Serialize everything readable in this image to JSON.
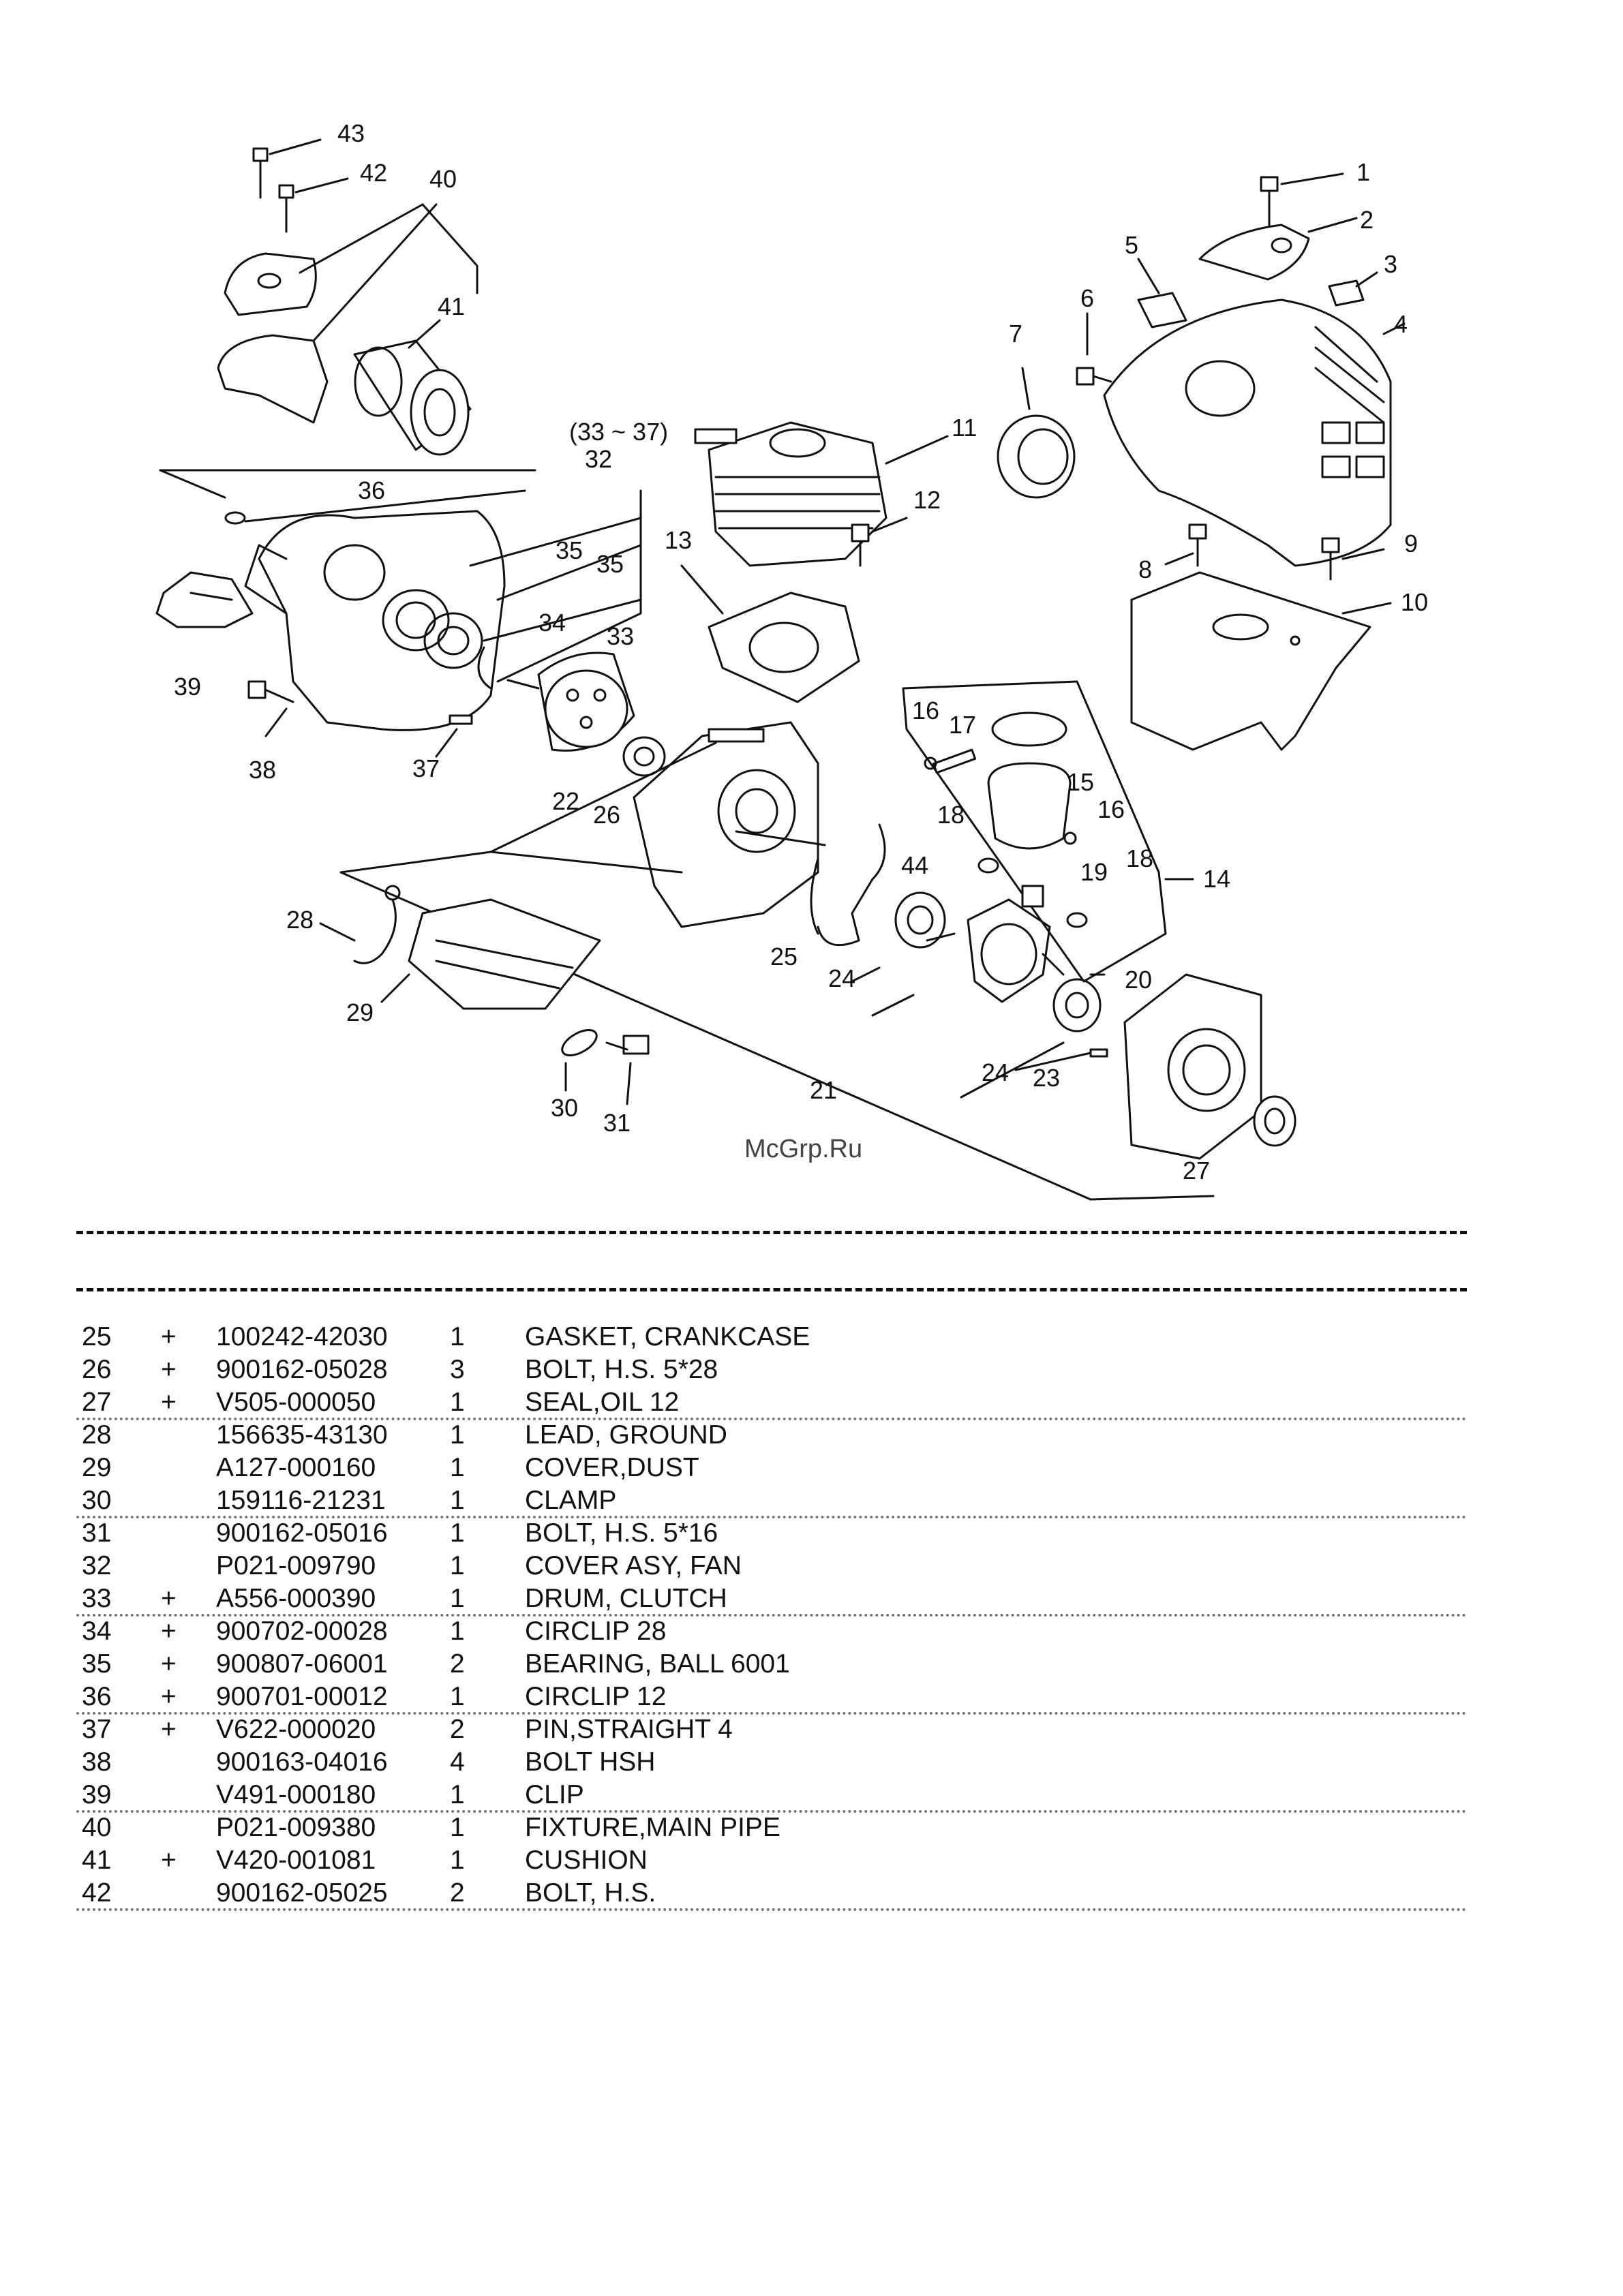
{
  "watermark": "McGrp.Ru",
  "diagram": {
    "callouts": [
      "1",
      "2",
      "3",
      "4",
      "5",
      "6",
      "7",
      "8",
      "9",
      "10",
      "11",
      "12",
      "13",
      "14",
      "15",
      "16",
      "16",
      "17",
      "18",
      "18",
      "19",
      "20",
      "21",
      "22",
      "23",
      "24",
      "24",
      "25",
      "26",
      "27",
      "28",
      "29",
      "30",
      "31",
      "32",
      "(33 ~ 37)",
      "33",
      "34",
      "35",
      "35",
      "36",
      "37",
      "38",
      "39",
      "40",
      "41",
      "42",
      "43",
      "44"
    ]
  },
  "parts": [
    {
      "no": "25",
      "mark": "+",
      "part": "100242-42030",
      "qty": "1",
      "desc": "GASKET, CRANKCASE",
      "dotted": false
    },
    {
      "no": "26",
      "mark": "+",
      "part": "900162-05028",
      "qty": "3",
      "desc": "BOLT, H.S.  5*28",
      "dotted": false
    },
    {
      "no": "27",
      "mark": "+",
      "part": "V505-000050",
      "qty": "1",
      "desc": "SEAL,OIL 12",
      "dotted": true
    },
    {
      "no": "28",
      "mark": "",
      "part": "156635-43130",
      "qty": "1",
      "desc": "LEAD, GROUND",
      "dotted": false
    },
    {
      "no": "29",
      "mark": "",
      "part": "A127-000160",
      "qty": "1",
      "desc": "COVER,DUST",
      "dotted": false
    },
    {
      "no": "30",
      "mark": "",
      "part": "159116-21231",
      "qty": "1",
      "desc": "CLAMP",
      "dotted": true
    },
    {
      "no": "31",
      "mark": "",
      "part": "900162-05016",
      "qty": "1",
      "desc": "BOLT, H.S.  5*16",
      "dotted": false
    },
    {
      "no": "32",
      "mark": "",
      "part": "P021-009790",
      "qty": "1",
      "desc": "COVER ASY, FAN",
      "dotted": false
    },
    {
      "no": "33",
      "mark": "+",
      "part": "A556-000390",
      "qty": "1",
      "desc": "DRUM, CLUTCH",
      "dotted": true
    },
    {
      "no": "34",
      "mark": "+",
      "part": "900702-00028",
      "qty": "1",
      "desc": "CIRCLIP  28",
      "dotted": false
    },
    {
      "no": "35",
      "mark": "+",
      "part": "900807-06001",
      "qty": "2",
      "desc": "BEARING, BALL  6001",
      "dotted": false
    },
    {
      "no": "36",
      "mark": "+",
      "part": "900701-00012",
      "qty": "1",
      "desc": "CIRCLIP  12",
      "dotted": true
    },
    {
      "no": "37",
      "mark": "+",
      "part": "V622-000020",
      "qty": "2",
      "desc": "PIN,STRAIGHT 4",
      "dotted": false
    },
    {
      "no": "38",
      "mark": "",
      "part": "900163-04016",
      "qty": "4",
      "desc": "BOLT HSH",
      "dotted": false
    },
    {
      "no": "39",
      "mark": "",
      "part": "V491-000180",
      "qty": "1",
      "desc": "CLIP",
      "dotted": true
    },
    {
      "no": "40",
      "mark": "",
      "part": "P021-009380",
      "qty": "1",
      "desc": "FIXTURE,MAIN PIPE",
      "dotted": false
    },
    {
      "no": "41",
      "mark": "+",
      "part": "V420-001081",
      "qty": "1",
      "desc": "CUSHION",
      "dotted": false
    },
    {
      "no": "42",
      "mark": "",
      "part": "900162-05025",
      "qty": "2",
      "desc": "BOLT, H.S.",
      "dotted": true
    }
  ]
}
